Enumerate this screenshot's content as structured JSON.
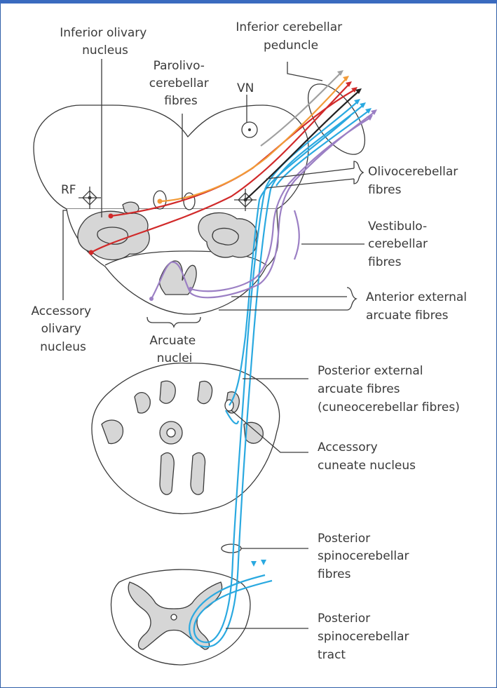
{
  "labels": {
    "inferior_olivary_nucleus": [
      "Inferior olivary",
      "nucleus"
    ],
    "inferior_cerebellar_peduncle": [
      "Inferior cerebellar",
      "peduncle"
    ],
    "parolivocerebellar_fibres": [
      "Parolivo-",
      "cerebellar",
      "fibres"
    ],
    "vn": "VN",
    "rf": "RF",
    "olivocerebellar_fibres": [
      "Olivocerebellar",
      "fibres"
    ],
    "vestibulocerebellar_fibres": [
      "Vestibulo-",
      "cerebellar",
      "fibres"
    ],
    "accessory_olivary_nucleus": [
      "Accessory",
      "olivary",
      "nucleus"
    ],
    "anterior_external_arcuate_fibres": [
      "Anterior external",
      "arcuate fibres"
    ],
    "arcuate_nuclei": [
      "Arcuate",
      "nuclei"
    ],
    "posterior_external_arcuate_fibres": [
      "Posterior external",
      "arcuate fibres",
      "(cuneocerebellar fibres)"
    ],
    "accessory_cuneate_nucleus": [
      "Accessory",
      "cuneate nucleus"
    ],
    "posterior_spinocerebellar_fibres": [
      "Posterior",
      "spinocerebellar",
      "fibres"
    ],
    "posterior_spinocerebellar_tract": [
      "Posterior",
      "spinocerebellar",
      "tract"
    ]
  },
  "colors": {
    "blue_fibres": "#2aa9e0",
    "red_fibres": "#d12a2a",
    "orange_fibres": "#f29b38",
    "gray_fibres": "#a0a0a0",
    "black_fibres": "#222222",
    "purple_fibres": "#9b7fc4",
    "gray_matter": "#d6d6d6",
    "frame_border": "#2f5fa8"
  }
}
